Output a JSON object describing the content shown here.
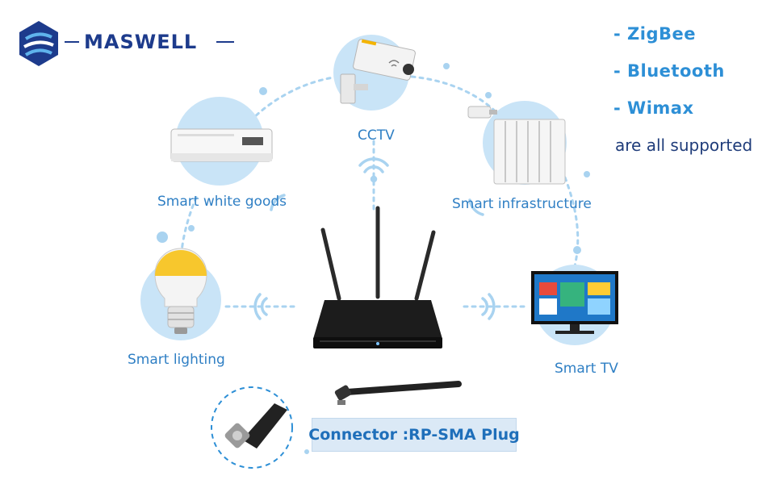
{
  "brand": {
    "name": "MASWELL"
  },
  "devices": {
    "cctv": "CCTV",
    "white_goods": "Smart white goods",
    "infrastructure": "Smart infrastructure",
    "lighting": "Smart lighting",
    "tv": "Smart TV"
  },
  "protocols": {
    "items": [
      "- ZigBee",
      "- Bluetooth",
      "- Wimax"
    ],
    "support": "are all supported"
  },
  "connector": {
    "label": "Connector :RP-SMA Plug"
  },
  "icons": [
    "maswell-logo-icon",
    "cctv-camera-icon",
    "air-conditioner-icon",
    "radiator-icon",
    "light-bulb-icon",
    "smart-tv-icon",
    "router-icon",
    "antenna-icon",
    "wifi-signal-icon"
  ],
  "colors": {
    "accent": "#2d8fd6",
    "circle": "#c9e4f7",
    "brand": "#1d3b8c"
  }
}
